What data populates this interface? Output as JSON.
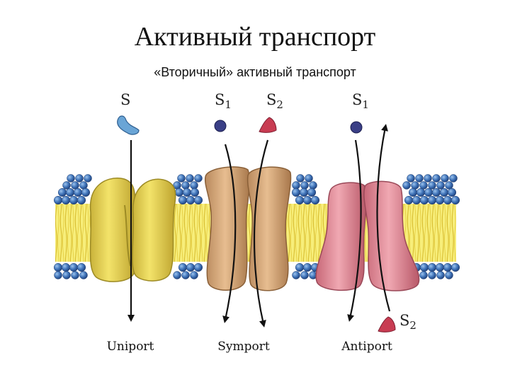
{
  "title": "Активный транспорт",
  "subtitle": "«Вторичный» активный транспорт",
  "labels": {
    "s": "S",
    "s1_symport": "S",
    "s1_symport_sub": "1",
    "s2_symport": "S",
    "s2_symport_sub": "2",
    "s1_antiport": "S",
    "s1_antiport_sub": "1",
    "s2_antiport": "S",
    "s2_antiport_sub": "2"
  },
  "captions": {
    "uniport": "Uniport",
    "symport": "Symport",
    "antiport": "Antiport"
  },
  "colors": {
    "lipid_head": "#3f73b8",
    "lipid_tail": "#f2e24a",
    "uniporter": "#e9d65a",
    "symporter": "#d8a878",
    "antiporter": "#e08a98",
    "molecule_s": "#6aa5d6",
    "molecule_s1": "#3a3f86",
    "molecule_s2": "#c83c52"
  }
}
